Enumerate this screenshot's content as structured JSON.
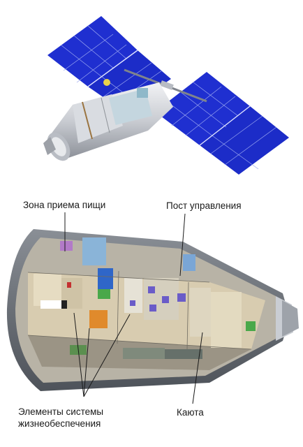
{
  "labels": {
    "food_zone": "Зона приема пищи",
    "control_post": "Пост управления",
    "life_support_line1": "Элементы системы",
    "life_support_line2": "жизнеобеспечения",
    "cabin": "Каюта"
  },
  "colors": {
    "solar_panel": "#1f2fd0",
    "solar_grid": "#9aa6f0",
    "hull": "#c9ccd2",
    "hull_dark": "#5a5f66",
    "interior_floor": "#d8ccb0",
    "accent_blue": "#2f66c8",
    "accent_green": "#4aa84a",
    "accent_orange": "#e08a2c",
    "accent_purple": "#6a5cc8"
  },
  "icons": [
    "space-station-render",
    "module-cutaway"
  ]
}
